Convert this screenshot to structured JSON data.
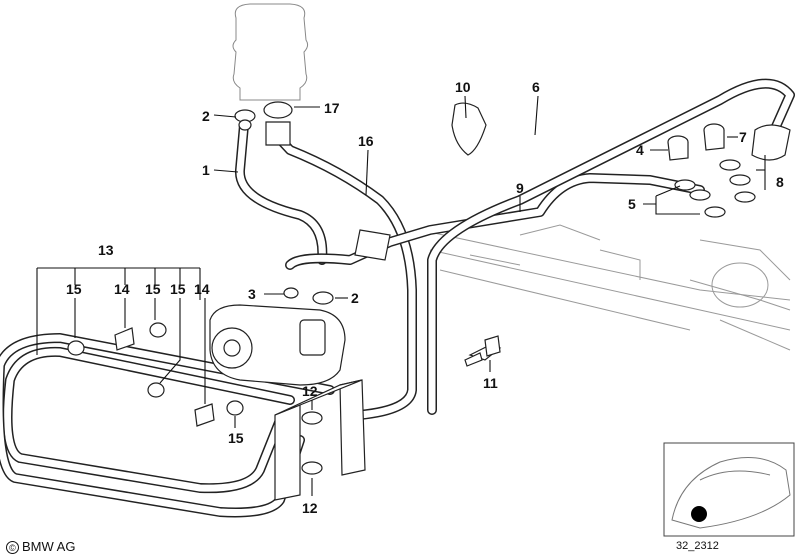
{
  "callouts": {
    "c1": "1",
    "c2a": "2",
    "c2b": "2",
    "c3": "3",
    "c4": "4",
    "c5": "5",
    "c6": "6",
    "c7": "7",
    "c8": "8",
    "c9": "9",
    "c10": "10",
    "c11": "11",
    "c12a": "12",
    "c12b": "12",
    "c13": "13",
    "c14a": "14",
    "c14b": "14",
    "c15a": "15",
    "c15b": "15",
    "c15c": "15",
    "c15d": "15",
    "c16": "16",
    "c17": "17"
  },
  "footer": {
    "copyright_symbol": "©",
    "copyright_text": "BMW AG",
    "diagram_ref": "32_2312"
  }
}
